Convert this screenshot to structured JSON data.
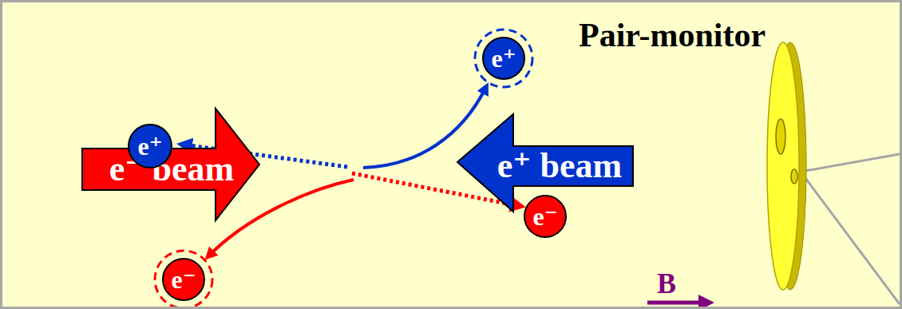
{
  "diagram": {
    "nodes": [
      {
        "text": [
          "e⁻ beam"
        ]
      },
      {
        "text": [
          "e⁺"
        ]
      },
      {
        "text": [
          "e⁺"
        ]
      },
      {
        "text": [
          "e⁺ beam"
        ]
      },
      {
        "text": [
          "e⁻"
        ]
      },
      {
        "text": [
          "e⁻"
        ]
      }
    ],
    "labels": [
      "Pair-monitor",
      "B"
    ]
  }
}
